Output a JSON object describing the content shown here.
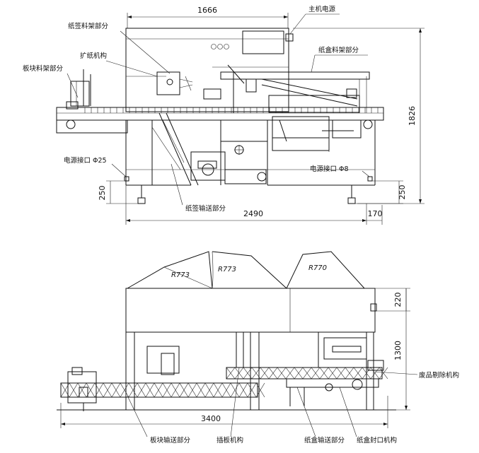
{
  "top_view": {
    "dimensions": {
      "width_top": "1666",
      "height_total": "1826",
      "left_base_height": "250",
      "right_base_height": "250",
      "length_total": "2490",
      "right_extension": "170"
    },
    "labels": {
      "main_power": "主机电源",
      "leaflet_rack": "纸签料架部分",
      "carton_rack": "纸盒料架部分",
      "paper_opening": "扩纸机构",
      "plate_rack": "板块料架部分",
      "power_port_left": "电源接口 Φ25",
      "power_port_right": "电源接口 Φ8",
      "leaflet_conveying": "纸签输送部分"
    }
  },
  "side_view": {
    "dimensions": {
      "radius_1": "R773",
      "radius_2": "R773",
      "radius_3": "R770",
      "top_height": "220",
      "height_total": "1300",
      "length_total": "3400"
    },
    "labels": {
      "reject_mechanism": "废品剔除机构",
      "plate_conveying": "板块输送部分",
      "insertion_mechanism": "插板机构",
      "carton_conveying": "纸盒输送部分",
      "carton_sealing": "纸盒封口机构"
    }
  }
}
